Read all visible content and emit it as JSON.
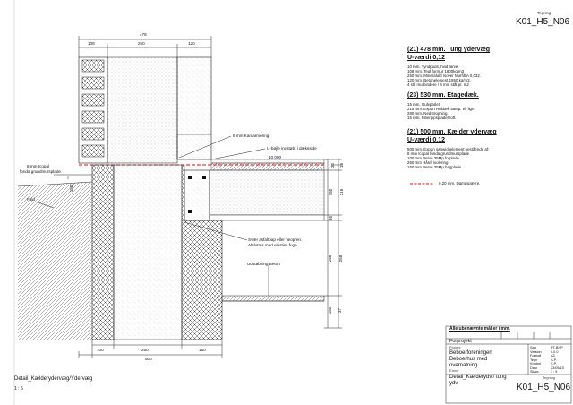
{
  "header": {
    "label": "Tegning",
    "code": "K01_H5_N06"
  },
  "drawing_dims": {
    "top_total": "478",
    "top_segments": [
      "108",
      "250",
      "120"
    ],
    "bottom_total": "500",
    "bottom_segments": [
      "100",
      "250",
      "150"
    ],
    "right_dims": [
      "30",
      "15",
      "150",
      "215",
      "35",
      "258",
      "258",
      "150",
      "37"
    ],
    "floor_level": "10.000",
    "slab_depth": "150"
  },
  "callouts": {
    "kantarmering": "8 mm Kantarmering",
    "ubojle": "U-bøjle indstøbt i dæksside",
    "icopal": [
      "8 mm Icopal",
      "fonda grundmursplade"
    ],
    "fald": "Fald",
    "asfalt": [
      "Svær asfaltpap eller neopren.",
      "Afsluttes med elastisk fuge."
    ],
    "beton": "Udstøbning Beton"
  },
  "specs": [
    {
      "title": "(21) 478 mm. Tung ydervæg",
      "subtitle": "U-værdi 0,12",
      "lines": [
        "10 mm. Tyndpuds, hvid farve",
        "108 mm. Tegl formur 1800kg/m3",
        "250 mm. Mineraluld Isover Murfilt A 0,032.",
        "120 mm. Betonelement 1950 kg/m3.",
        "4 stk murbindere / 4 mm stål pr. m2"
      ]
    },
    {
      "title": "(23) 530 mm. Etagedæk.",
      "subtitle": "",
      "lines": [
        "15   mm. Gulvparlet.",
        "215 mm.  Expan Huldæk 55Mp. el. lign",
        "280 mm. Nedstropning.",
        "15   mm. Fibergipsplader loft."
      ]
    },
    {
      "title": "(21) 500 mm. Kælder ydervæg",
      "subtitle": "U-værdi 0,12",
      "lines": [
        "500 mm. Expan sanwichelement bestående af:",
        "8 mm Icopal fonda grundmursplade",
        "100 mm Beton 35Mp forplade",
        "250 mm Hårdt isolering",
        "150 mm Beton 35Mp bagplade"
      ]
    }
  ],
  "legend": "0,20 mm. Dampspærre.",
  "bottom_left": {
    "title": "Detail_Kælderydervæg/Ydervæg",
    "scale": "1 : 5"
  },
  "title_block": {
    "note": "Alle ubenævnte mål er i mm.",
    "phase": "Forprojekt",
    "project_label": "Projekt",
    "project": [
      "Beboerforeningen",
      "Beboerhus med",
      "overnatning"
    ],
    "client_label": "Emne",
    "subject": [
      "Detail_Kælderydv./ tung",
      "ydv."
    ],
    "meta": [
      [
        "Sag",
        "PT-BHP"
      ],
      [
        "Version",
        "0.0.0"
      ],
      [
        "Format",
        "A3"
      ],
      [
        "Tegn",
        "S.P."
      ],
      [
        "Kontrol",
        "S.P."
      ],
      [
        "Dato",
        "23/05/15"
      ],
      [
        "Skala",
        "1 : 5"
      ]
    ],
    "sheet_label": "Tegning",
    "sheet_code": "K01_H5_N06"
  }
}
